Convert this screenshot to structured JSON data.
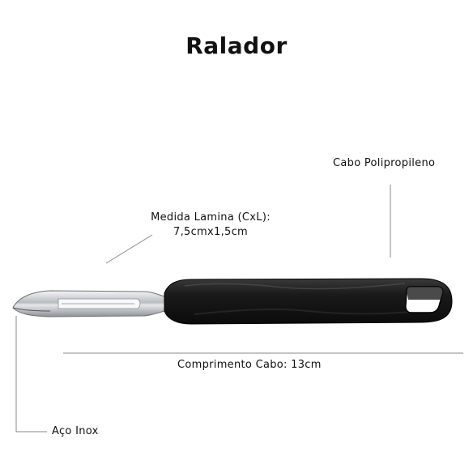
{
  "title": "Ralador",
  "labels": {
    "cabo": "Cabo Polipropileno",
    "medida_line1": "Medida Lamina (CxL):",
    "medida_line2": "7,5cmx1,5cm",
    "comprimento": "Comprimento Cabo: 13cm",
    "aco": "Aço Inox"
  },
  "colors": {
    "handle": "#1c1c1c",
    "blade": "#c9ccd0",
    "line": "#777777"
  }
}
